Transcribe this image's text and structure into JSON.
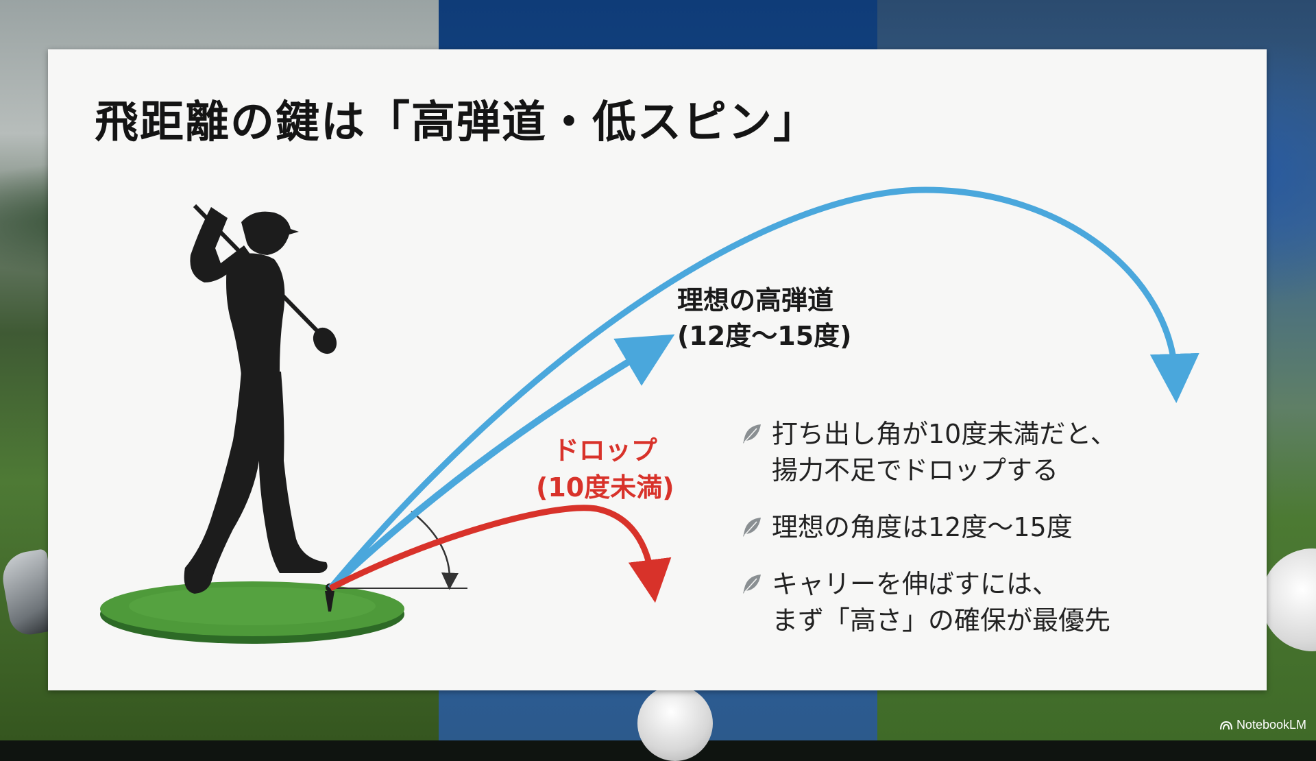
{
  "slide": {
    "title": "飛距離の鍵は「高弾道・低スピン」"
  },
  "diagram": {
    "ideal_label_line1": "理想の高弾道",
    "ideal_label_line2": "(12度〜15度)",
    "drop_label_line1": "ドロップ",
    "drop_label_line2": "(10度未満)",
    "colors": {
      "ideal_trajectory": "#4aa7dc",
      "drop_trajectory": "#d8322a",
      "tee_green": "#4e9a3a"
    },
    "icons": [
      "golfer-silhouette-icon",
      "tee-icon",
      "angle-arc-icon"
    ]
  },
  "bullets": [
    {
      "icon": "feather-icon",
      "text": "打ち出し角が10度未満だと、\n揚力不足でドロップする"
    },
    {
      "icon": "feather-icon",
      "text": "理想の角度は12度〜15度"
    },
    {
      "icon": "feather-icon",
      "text": "キャリーを伸ばすには、\nまず「高さ」の確保が最優先"
    }
  ],
  "branding": {
    "label": "NotebookLM",
    "icon": "notebooklm-logo-icon"
  }
}
